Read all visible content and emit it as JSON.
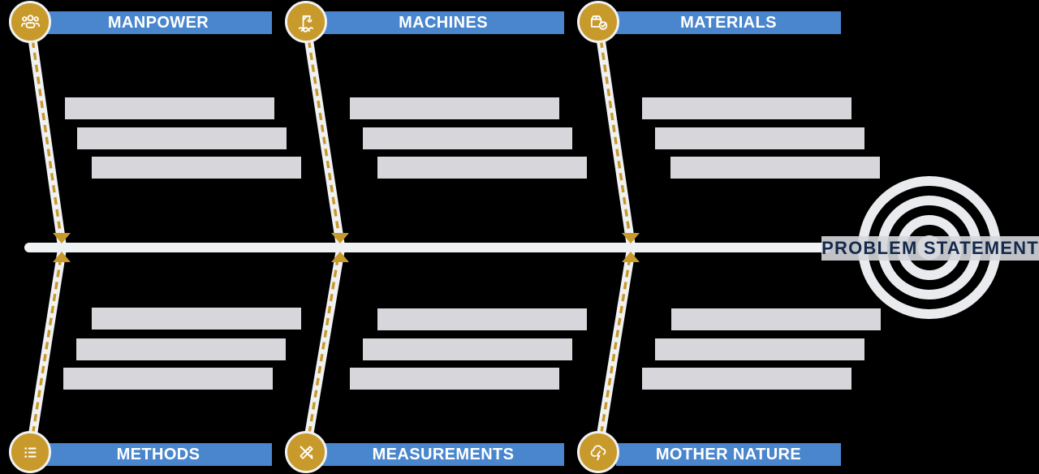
{
  "diagram": {
    "type": "fishbone-ishikawa-template",
    "problem_label": "PROBLEM STATEMENT",
    "categories": [
      {
        "label": "MANPOWER",
        "icon": "users-icon",
        "position": "top-left"
      },
      {
        "label": "MACHINES",
        "icon": "crane-icon",
        "position": "top-center"
      },
      {
        "label": "MATERIALS",
        "icon": "box-check-icon",
        "position": "top-right"
      },
      {
        "label": "METHODS",
        "icon": "list-icon",
        "position": "bottom-left"
      },
      {
        "label": "MEASUREMENTS",
        "icon": "pencil-ruler-icon",
        "position": "bottom-center"
      },
      {
        "label": "MOTHER NATURE",
        "icon": "storm-cloud-icon",
        "position": "bottom-right"
      }
    ],
    "placeholder_bars_per_category": 3,
    "colors": {
      "header_blue": "#4a86cd",
      "node_gold": "#c8992b",
      "bone_spine_white": "#f0f1f3",
      "placeholder_gray": "#d7d7db",
      "target_gray": "#e9ebee",
      "label_band_gray": "#d5d7db",
      "label_text_navy": "#14294b",
      "background": "#000000"
    }
  }
}
